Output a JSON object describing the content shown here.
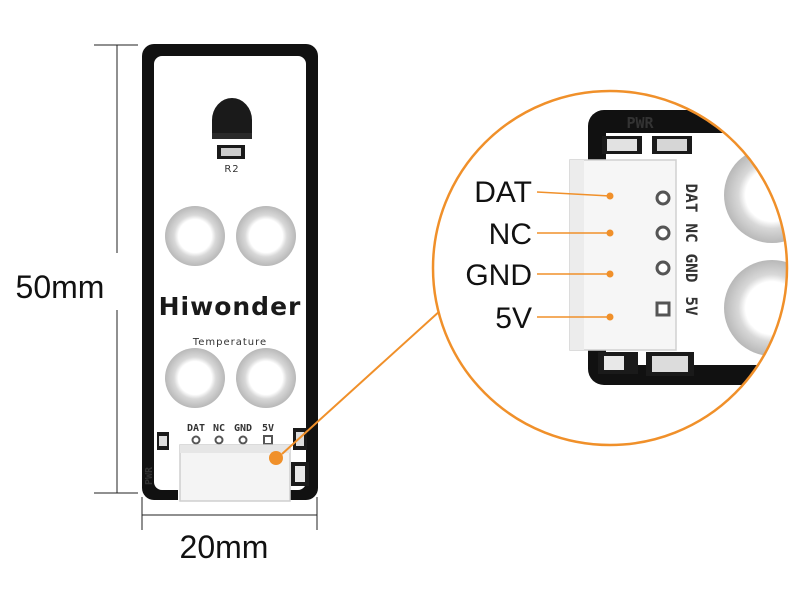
{
  "dimensions": {
    "height": "50mm",
    "width": "20mm"
  },
  "board": {
    "component_ref": "R2",
    "brand": "Hiwonder",
    "module_name": "Temperature",
    "pins": [
      "DAT",
      "NC",
      "GND",
      "5V"
    ],
    "power_label": "PWR"
  },
  "zoom": {
    "pins": [
      "DAT",
      "NC",
      "GND",
      "5V"
    ],
    "power_label": "PWR"
  },
  "colors": {
    "accent": "#F0902A",
    "board_edge": "#111111",
    "board_face": "#FFFFFF"
  }
}
